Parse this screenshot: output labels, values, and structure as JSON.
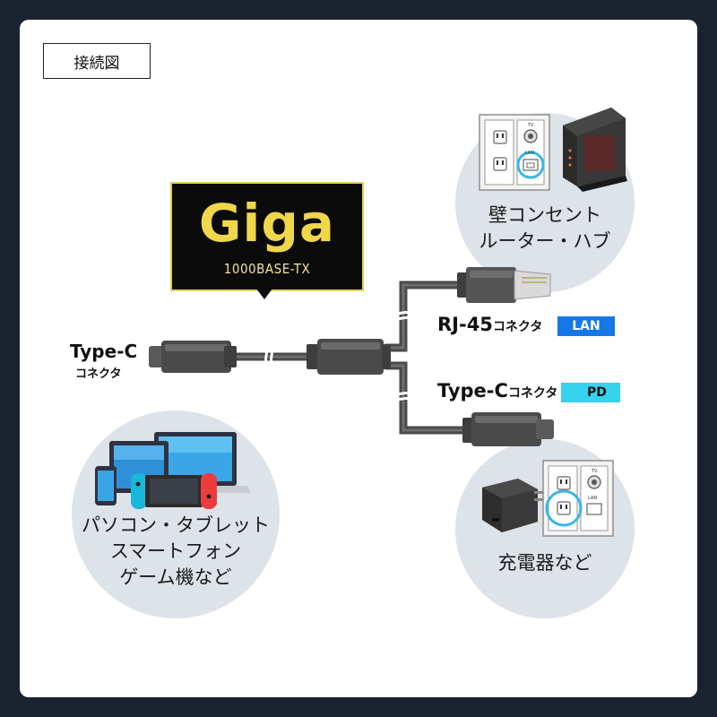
{
  "title": "接続図",
  "giga": {
    "word": "Giga",
    "sub": "1000BASE-TX"
  },
  "labels": {
    "typec_left_1": "Type-C",
    "typec_left_2": "コネクタ",
    "rj45": "RJ-45",
    "rj45_suffix": "コネクタ",
    "typec_right": "Type-C",
    "typec_right_suffix": "コネクタ"
  },
  "badges": {
    "lan": "LAN",
    "pd": "PD",
    "lan_color": "#1677e6",
    "pd_color": "#35d3ee"
  },
  "circles": {
    "wall_router": [
      "壁コンセント",
      "ルーター・ハブ"
    ],
    "devices": [
      "パソコン・タブレット",
      "スマートフォン",
      "ゲーム機など"
    ],
    "charger": [
      "充電器など"
    ]
  },
  "outlet_labels": {
    "tv": "TV",
    "lan": "LAN"
  },
  "colors": {
    "background": "#1b2330",
    "circle": "#dde3e8",
    "highlight": "#39b6e6",
    "cable": "#4a4a4a"
  }
}
